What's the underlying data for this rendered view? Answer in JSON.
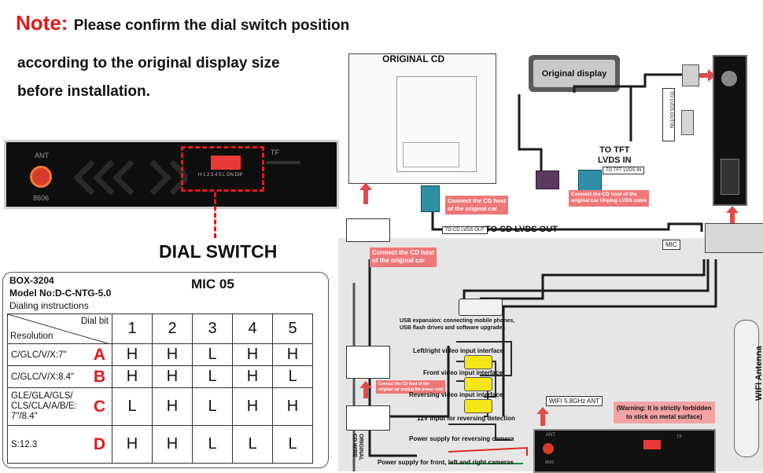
{
  "note": {
    "prefix": "Note",
    "colon": ":",
    "line1": "Please confirm the dial switch position",
    "line2": "according to the original display size",
    "line3": "before installation."
  },
  "device": {
    "ant_label": "ANT",
    "tf_label": "TF",
    "model_small": "8606",
    "dial_labels": "H   1 2 3 4 5  L  ON  DIP"
  },
  "dial_caption": "DIAL SWITCH",
  "table_card": {
    "box": "BOX-3204",
    "model": "Model No:D-C-NTG-5.0",
    "instructions": "Dialing instructions",
    "mic": "MIC 05",
    "header_dialbit": "Dial bit",
    "header_resolution": "Resolution",
    "bits": [
      "1",
      "2",
      "3",
      "4",
      "5"
    ],
    "rows": [
      {
        "res": "C/GLC/V/X:7\"",
        "letter": "A",
        "values": [
          "H",
          "H",
          "L",
          "H",
          "H"
        ]
      },
      {
        "res": "C/GLC/V/X:8.4\"",
        "letter": "B",
        "values": [
          "H",
          "H",
          "L",
          "H",
          "L"
        ]
      },
      {
        "res": "GLE/GLA/GLS/\nCLS/CLA/A/B/E:\n7\"/8.4\"",
        "letter": "C",
        "values": [
          "L",
          "H",
          "L",
          "H",
          "H"
        ]
      },
      {
        "res": "S:12.3",
        "letter": "D",
        "values": [
          "H",
          "H",
          "L",
          "L",
          "L"
        ]
      }
    ]
  },
  "diagram": {
    "original_cd": "ORIGINAL CD",
    "original_display": "Original display",
    "to_tft_lvds_in": "TO TFT\nLVDS IN",
    "to_tft_lvds_in_small": "TO TFT LVDS IN",
    "connect_cd_host_1": "Connect the CD host\nof the original car",
    "connect_cd_host_2": "Connect the CD host of the\noriginal car Unplug LVDS cable",
    "to_cd_lvds_out_small": "TO CD LVDS OUT",
    "to_cd_lvds_out": "TO CD LVDS OUT",
    "to_lvds_out_in": "TO LVDS OUT/IN",
    "mic": "MIC",
    "connect_cd_host_3": "Connect the CD host\nof the original car",
    "connect_cd_host_4": "Connect the CD host of the\noriginal car unplug the power cord",
    "original_cd_wire": "ORIGINAL\nCD WIRE",
    "usb_text": "USB expansion: connecting mobile phones,\nUSB flash drives and software upgrades",
    "lr_video": "Left/right video input interface",
    "front_video": "Front video input interface",
    "reversing_video": "Reversing video input interface",
    "v12_reversing": "12V input for reversing detection",
    "power_reversing": "Power supply for reversing camera",
    "power_cams": "Power supply for front, left and right cameras",
    "wifi": "WIFI 5.8GHz ANT",
    "warning": "(Warning: It is strictly forbidden\nto stick on metal surface)",
    "wifi_antenna": "WIFI Antenna",
    "box_ant": "ANT",
    "box_tf": "TF",
    "box_model": "8606"
  },
  "colors": {
    "red": "#e21a1a",
    "pink": "#ee7878",
    "yellow": "#f5e617",
    "teal": "#2e8fa6",
    "purple": "#5b3a5e"
  }
}
